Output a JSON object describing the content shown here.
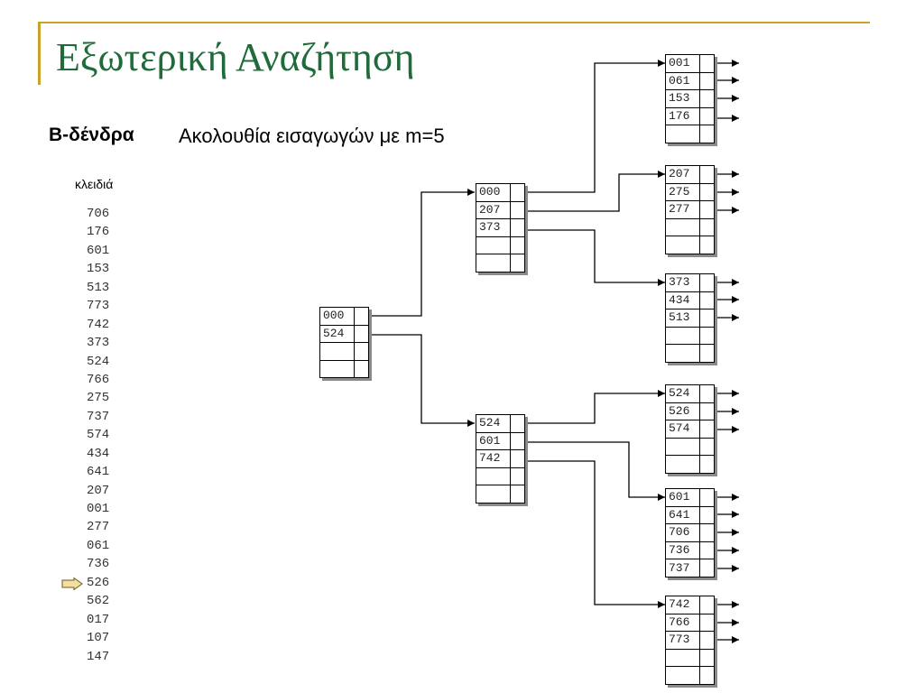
{
  "slide": {
    "title": "Εξωτερική Αναζήτηση",
    "subtitle": "B-δένδρα",
    "description": "Ακολουθία εισαγωγών με m=5",
    "keys_label": "κλειδιά",
    "keys": [
      "706",
      "176",
      "601",
      "153",
      "513",
      "773",
      "742",
      "373",
      "524",
      "766",
      "275",
      "737",
      "574",
      "434",
      "641",
      "207",
      "001",
      "277",
      "061",
      "736",
      "526",
      "562",
      "017",
      "107",
      "147"
    ],
    "current_key": "526"
  },
  "tree": {
    "root": [
      "000",
      "524",
      "",
      ""
    ],
    "internal_top": [
      "000",
      "207",
      "373",
      "",
      ""
    ],
    "internal_bottom": [
      "524",
      "601",
      "742",
      "",
      ""
    ],
    "leaf_1": [
      "001",
      "061",
      "153",
      "176",
      ""
    ],
    "leaf_2": [
      "207",
      "275",
      "277",
      "",
      ""
    ],
    "leaf_3": [
      "373",
      "434",
      "513",
      "",
      ""
    ],
    "leaf_4": [
      "524",
      "526",
      "574",
      "",
      ""
    ],
    "leaf_5": [
      "601",
      "641",
      "706",
      "736",
      "737"
    ],
    "leaf_6": [
      "742",
      "766",
      "773",
      "",
      ""
    ]
  },
  "colors": {
    "title": "#1f6b3a",
    "rule": "#c9a227",
    "pointer_fill": "#f5dfa0"
  }
}
